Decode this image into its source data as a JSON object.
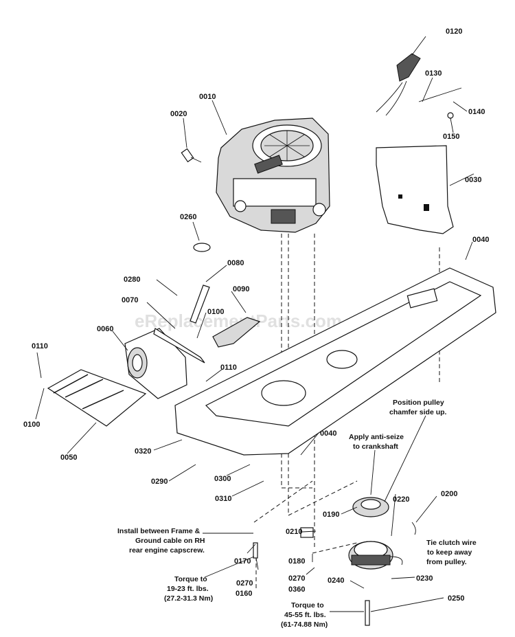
{
  "watermark": "eReplacementParts.com",
  "parts": {
    "p0010": "0010",
    "p0020": "0020",
    "p0030": "0030",
    "p0040a": "0040",
    "p0040b": "0040",
    "p0050": "0050",
    "p0060": "0060",
    "p0070": "0070",
    "p0080": "0080",
    "p0090": "0090",
    "p0100a": "0100",
    "p0100b": "0100",
    "p0110a": "0110",
    "p0110b": "0110",
    "p0120": "0120",
    "p0130": "0130",
    "p0140": "0140",
    "p0150": "0150",
    "p0160": "0160",
    "p0170": "0170",
    "p0180": "0180",
    "p0190": "0190",
    "p0200": "0200",
    "p0210": "0210",
    "p0220": "0220",
    "p0230": "0230",
    "p0240": "0240",
    "p0250": "0250",
    "p0260": "0260",
    "p0270a": "0270",
    "p0270b": "0270",
    "p0280": "0280",
    "p0290": "0290",
    "p0300": "0300",
    "p0310": "0310",
    "p0320": "0320",
    "p0360": "0360"
  },
  "notes": {
    "pulley": [
      "Position pulley",
      "chamfer side up."
    ],
    "antiseize": [
      "Apply anti-seize",
      "to crankshaft"
    ],
    "ground": [
      "Install between Frame &",
      "Ground cable on RH",
      "rear engine capscrew."
    ],
    "torque1": [
      "Torque to",
      "19-23 ft. lbs.",
      "(27.2-31.3 Nm)"
    ],
    "torque2": [
      "Torque to",
      "45-55 ft. lbs.",
      "(61-74.88 Nm)"
    ],
    "clutchwire": [
      "Tie clutch wire",
      "to keep away",
      "from pulley."
    ]
  }
}
